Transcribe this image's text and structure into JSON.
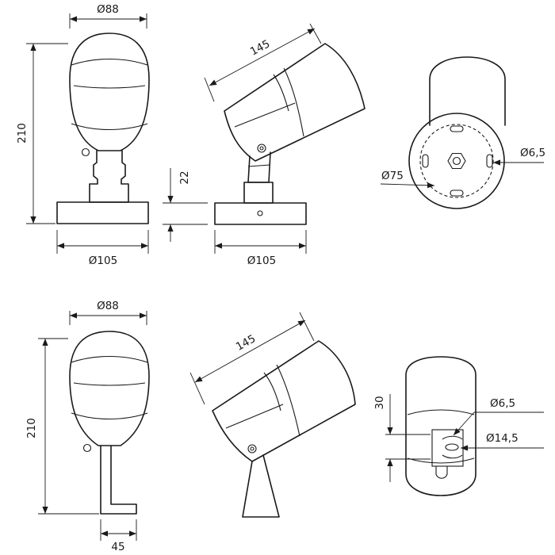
{
  "drawing": {
    "top_front": {
      "width_label": "Ø88",
      "height_label": "210",
      "base_label": "Ø105"
    },
    "top_side": {
      "length_label": "145",
      "base_height_label": "22",
      "base_label": "Ø105"
    },
    "top_bottom_view": {
      "hole_label": "Ø6,5",
      "circle_label": "Ø75"
    },
    "bottom_front": {
      "width_label": "Ø88",
      "height_label": "210",
      "bracket_label": "45"
    },
    "bottom_side": {
      "length_label": "145"
    },
    "bottom_rear_view": {
      "offset_label": "30",
      "hole_small_label": "Ø6,5",
      "hole_large_label": "Ø14,5"
    }
  }
}
